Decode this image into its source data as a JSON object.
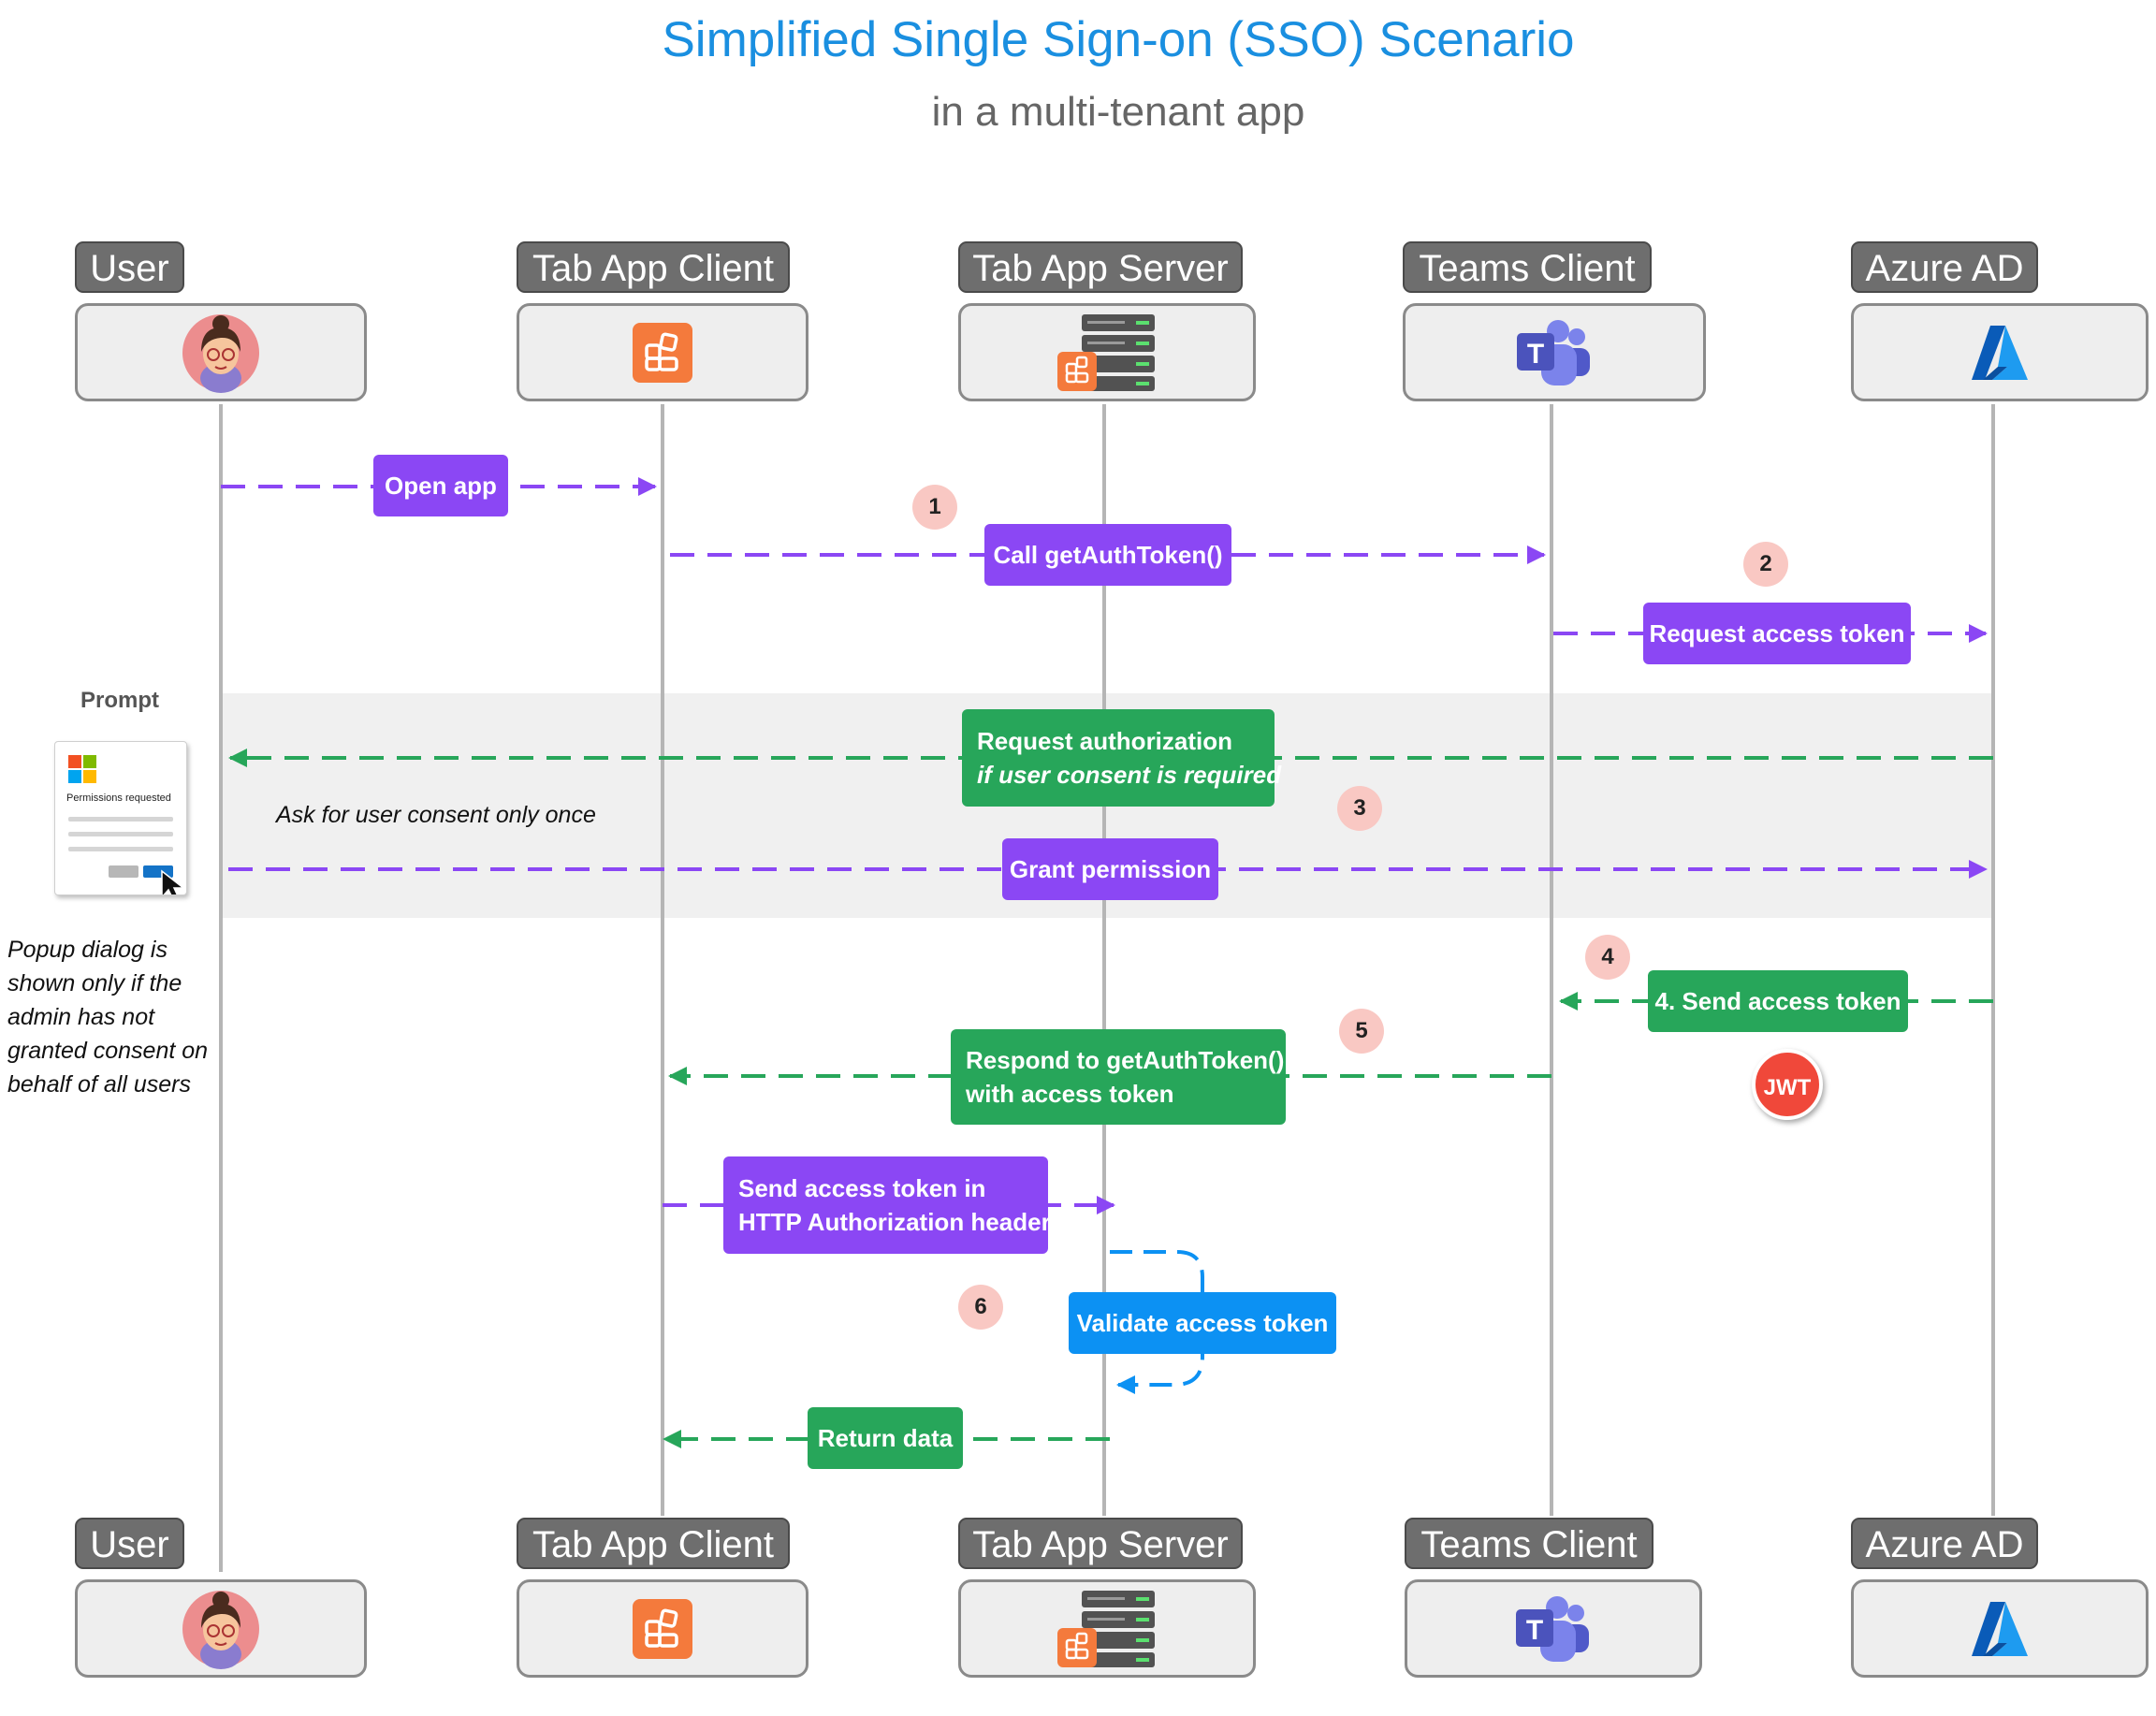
{
  "title": "Simplified Single Sign-on (SSO) Scenario",
  "subtitle": "in a multi-tenant app",
  "participants": [
    {
      "name": "User",
      "icon": "user-avatar-icon"
    },
    {
      "name": "Tab App Client",
      "icon": "tab-app-icon"
    },
    {
      "name": "Tab App Server",
      "icon": "server-icon"
    },
    {
      "name": "Teams Client",
      "icon": "teams-icon"
    },
    {
      "name": "Azure AD",
      "icon": "azure-icon"
    }
  ],
  "messages": {
    "open_app": "Open app",
    "call_get_auth_token": "Call getAuthToken()",
    "request_access_token": "Request access token",
    "request_authorization": "Request authorization",
    "request_authorization_condition": "if user consent is required",
    "grant_permission": "Grant permission",
    "send_access_token_teams": "4. Send access token",
    "respond_line1": "Respond to getAuthToken()",
    "respond_line2": "with access token",
    "send_header_line1": "Send access token in",
    "send_header_line2": "HTTP Authorization header",
    "validate_access_token": "Validate access token",
    "return_data": "Return data"
  },
  "steps": [
    "1",
    "2",
    "3",
    "4",
    "5",
    "6"
  ],
  "consent_note": "Ask for user consent only once",
  "prompt": {
    "title": "Prompt",
    "dialog_text": "Permissions requested"
  },
  "popup_note_lines": [
    "Popup dialog is",
    "shown only if the",
    "admin has not",
    "granted consent on",
    "behalf of all users"
  ],
  "jwt_badge": "JWT",
  "colors": {
    "title": "#1a8fe0",
    "request_arrow": "#8b47f4",
    "response_arrow": "#27a65a",
    "self_call": "#0c91f3",
    "step_badge": "#f9c8c3",
    "consent_band": "#f0f0f0"
  }
}
